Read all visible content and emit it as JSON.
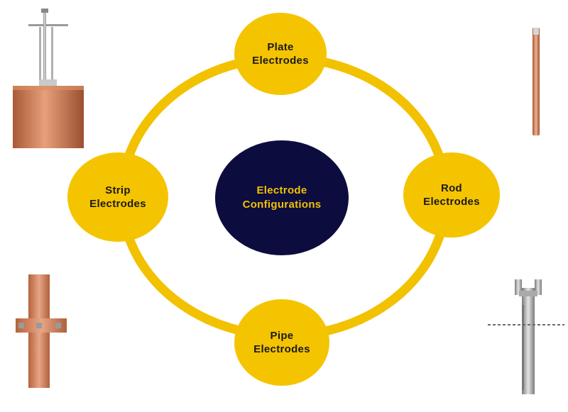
{
  "diagram": {
    "center_label": "Electrode\nConfigurations",
    "nodes": [
      {
        "id": "plate",
        "label": "Plate\nElectrodes"
      },
      {
        "id": "rod",
        "label": "Rod\nElectrodes"
      },
      {
        "id": "pipe",
        "label": "Pipe\nElectrodes"
      },
      {
        "id": "strip",
        "label": "Strip\nElectrodes"
      }
    ],
    "colors": {
      "ring": "#f2c100",
      "node_fill": "#f5c400",
      "center_fill": "#0c0c3f",
      "center_text": "#f2c100",
      "copper": "#c8754a"
    }
  },
  "images": [
    {
      "name": "plate-electrode-image",
      "icon": "copper-plate-with-rod"
    },
    {
      "name": "rod-electrode-image",
      "icon": "copper-rod"
    },
    {
      "name": "strip-electrode-image",
      "icon": "copper-strip-bar"
    },
    {
      "name": "pipe-electrode-image",
      "icon": "galvanized-pipe"
    }
  ]
}
